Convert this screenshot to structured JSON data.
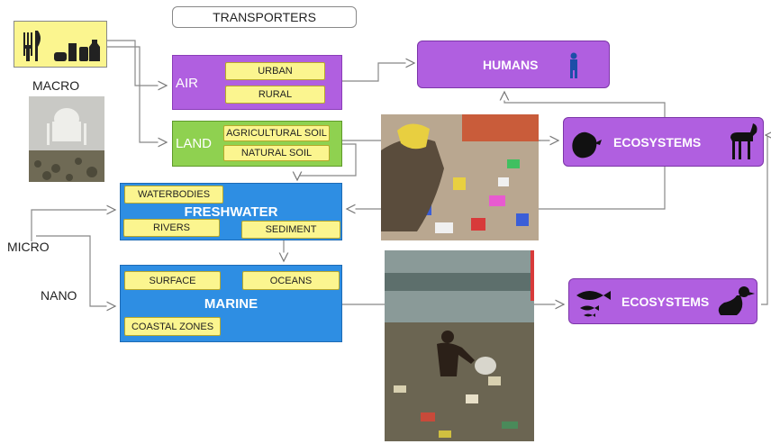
{
  "header": {
    "title": "TRANSPORTERS"
  },
  "sources": {
    "macro": "MACRO",
    "micro": "MICRO",
    "nano": "NANO"
  },
  "air": {
    "label": "AIR",
    "items": [
      "URBAN",
      "RURAL"
    ]
  },
  "land": {
    "label": "LAND",
    "items": [
      "AGRICULTURAL SOIL",
      "NATURAL SOIL"
    ]
  },
  "freshwater": {
    "label": "FRESHWATER",
    "items": [
      "WATERBODIES",
      "RIVERS",
      "SEDIMENT"
    ]
  },
  "marine": {
    "label": "MARINE",
    "items": [
      "SURFACE",
      "OCEANS",
      "COASTAL ZONES"
    ]
  },
  "humans": {
    "label": "HUMANS"
  },
  "ecosystems_land": {
    "label": "ECOSYSTEMS"
  },
  "ecosystems_marine": {
    "label": "ECOSYSTEMS"
  },
  "colors": {
    "purple": "#b05fe0",
    "blue": "#2e8ee3",
    "green": "#8fd150",
    "yellow": "#fbf58f"
  },
  "icons": [
    "cutlery-icon",
    "food-packaging-icon",
    "person-icon",
    "sloth-icon",
    "goat-icon",
    "fish-icon",
    "duck-icon"
  ]
}
